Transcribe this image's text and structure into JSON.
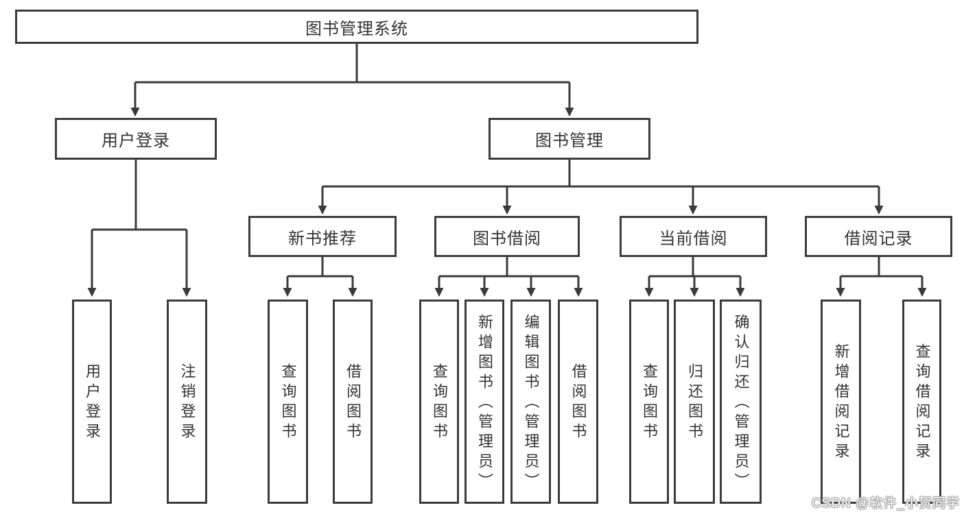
{
  "colors": {
    "box_border": "#3b3b3b",
    "connector_line": "#3a3a3a",
    "text": "#333333",
    "background": "#ffffff",
    "watermark_fill": "#fdfdfd"
  },
  "tree": {
    "root": {
      "label": "图书管理系统"
    },
    "level1": [
      {
        "label": "用户登录"
      },
      {
        "label": "图书管理"
      }
    ],
    "level2": [
      {
        "label": "新书推荐"
      },
      {
        "label": "图书借阅"
      },
      {
        "label": "当前借阅"
      },
      {
        "label": "借阅记录"
      }
    ],
    "leaves": {
      "user_login": [
        {
          "label": "用户登录"
        },
        {
          "label": "注销登录"
        }
      ],
      "new_book": [
        {
          "label": "查询图书"
        },
        {
          "label": "借阅图书"
        }
      ],
      "book_borrow": [
        {
          "label": "查询图书"
        },
        {
          "label": "新增图书（管理员）"
        },
        {
          "label": "编辑图书（管理员）"
        },
        {
          "label": "借阅图书"
        }
      ],
      "current_borrow": [
        {
          "label": "查询图书"
        },
        {
          "label": "归还图书"
        },
        {
          "label": "确认归还（管理员）"
        }
      ],
      "records": [
        {
          "label": "新增借阅记录"
        },
        {
          "label": "查询借阅记录"
        }
      ]
    }
  },
  "watermark": {
    "text": "CSDN @软件_小贺同学"
  }
}
